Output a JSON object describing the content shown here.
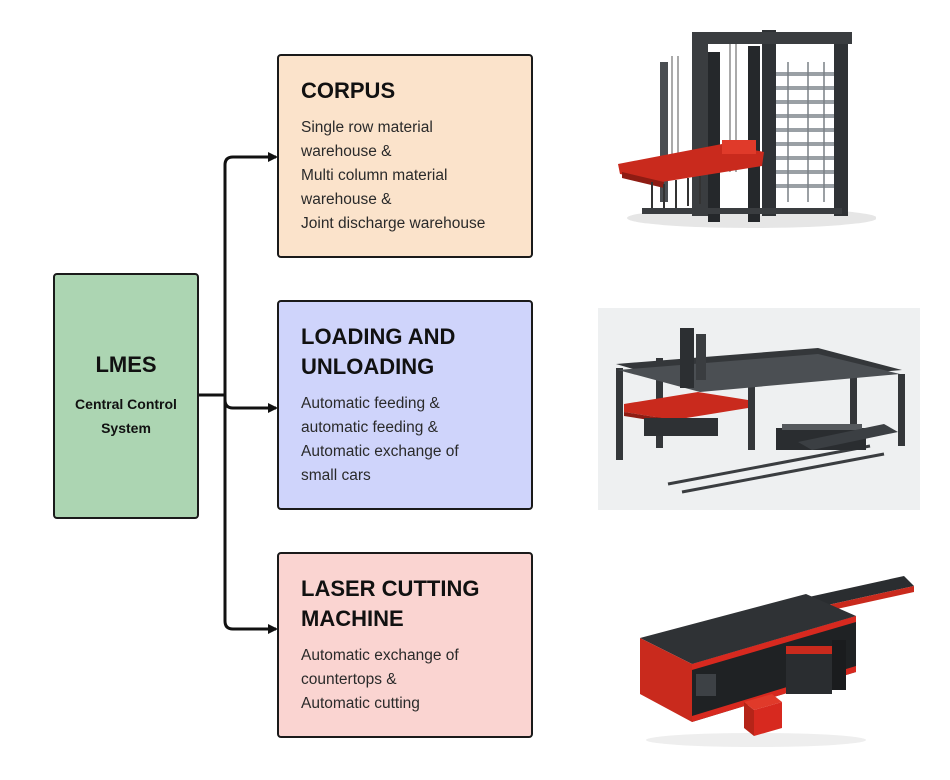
{
  "central": {
    "title": "LMES",
    "subtitle": "Central Control System"
  },
  "modules": [
    {
      "title_lines": [
        "CORPUS"
      ],
      "description_lines": [
        "Single row material",
        "warehouse &",
        "Multi column material",
        "warehouse &",
        "Joint discharge warehouse"
      ],
      "color": "#fbe3cb",
      "image_icon": "storage-rack-machine"
    },
    {
      "title_lines": [
        "LOADING AND",
        "UNLOADING"
      ],
      "description_lines": [
        "Automatic feeding &",
        "automatic feeding &",
        "Automatic exchange of",
        "small cars"
      ],
      "color": "#cfd4fb",
      "image_icon": "gantry-loader-machine"
    },
    {
      "title_lines": [
        "LASER CUTTING",
        "MACHINE"
      ],
      "description_lines": [
        "Automatic exchange of",
        "countertops &",
        "Automatic cutting"
      ],
      "color": "#fad4d1",
      "image_icon": "laser-cutter-machine"
    }
  ],
  "central_color": "#acd5b2",
  "accent_color": "#d7291f"
}
